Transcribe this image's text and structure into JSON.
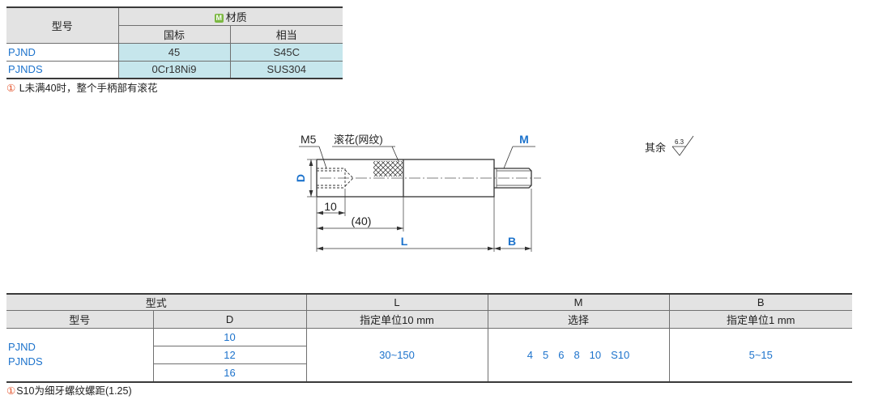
{
  "material_table": {
    "header_model": "型号",
    "header_material_badge": "M",
    "header_material": "材质",
    "header_national_standard": "国标",
    "header_equivalent": "相当",
    "rows": [
      {
        "model": "PJND",
        "national_standard": "45",
        "equivalent": "S45C"
      },
      {
        "model": "PJNDS",
        "national_standard": "0Cr18Ni9",
        "equivalent": "SUS304"
      }
    ],
    "note_marker": "①",
    "note_text": " L未满40时，整个手柄部有滚花"
  },
  "drawing": {
    "thread_hole_label": "M5",
    "knurl_label": "滚花(网纹)",
    "thread_label": "M",
    "diameter_label": "D",
    "hole_depth_label": "10",
    "knurl_length_label": "(40)",
    "length_label": "L",
    "thread_length_label": "B",
    "roughness_prefix": "其余",
    "roughness_value": "6.3"
  },
  "spec_table": {
    "header_type": "型式",
    "header_l": "L",
    "header_m": "M",
    "header_b": "B",
    "sub_model": "型号",
    "sub_d": "D",
    "sub_l": "指定单位10 mm",
    "sub_m": "选择",
    "sub_b": "指定单位1 mm",
    "models": [
      "PJND",
      "PJNDS"
    ],
    "d_values": [
      "10",
      "12",
      "16"
    ],
    "l_range": "30~150",
    "m_options": [
      "4",
      "5",
      "6",
      "8",
      "10",
      "S10"
    ],
    "b_range": "5~15",
    "note_marker": "①",
    "note_text": "S10为细牙螺纹螺距(1.25)"
  },
  "colors": {
    "header_bg": "#e3e3e3",
    "value_text": "#1d73cc",
    "material_cell_bg": "#c6e6ec",
    "badge_green": "#7cb843",
    "note_marker": "#e4532b"
  }
}
